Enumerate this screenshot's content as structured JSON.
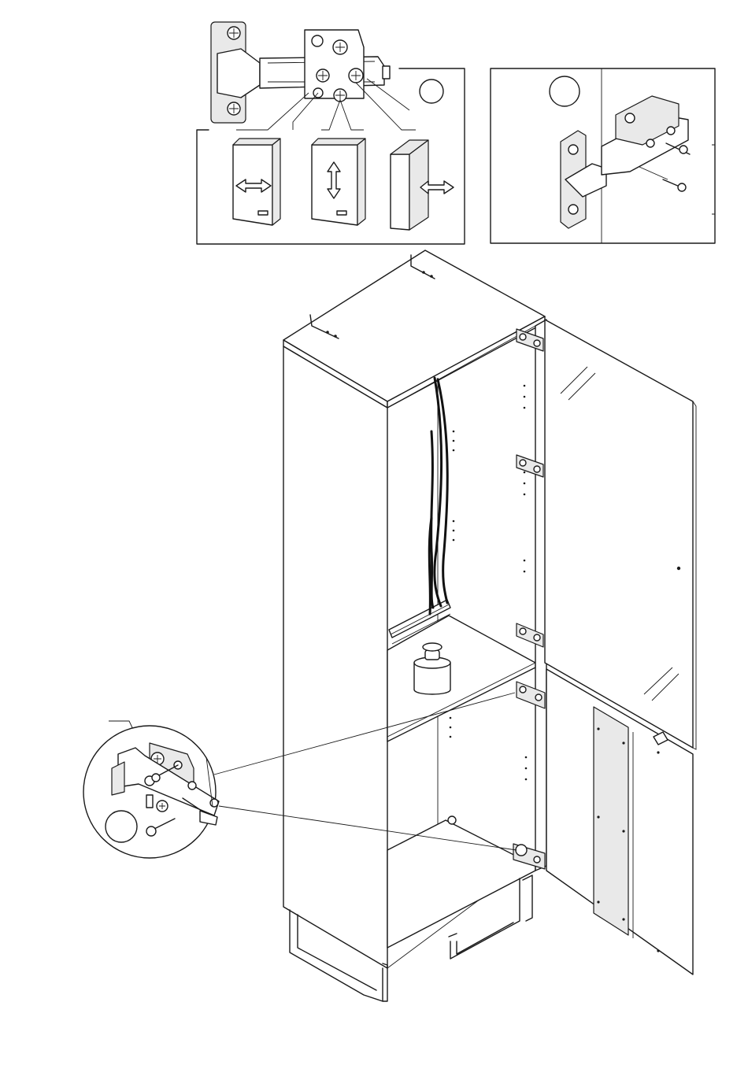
{
  "colors": {
    "ink": "#1a1a1a",
    "paper": "#ffffff",
    "shade": "#e9e9e9",
    "blank": "#ffffff"
  },
  "icons": [
    "hinge-adjustment-detail",
    "hinge-mounting-detail",
    "cabinet-assembly",
    "hinge-zoom-detail",
    "screw-icon",
    "weight-icon"
  ]
}
